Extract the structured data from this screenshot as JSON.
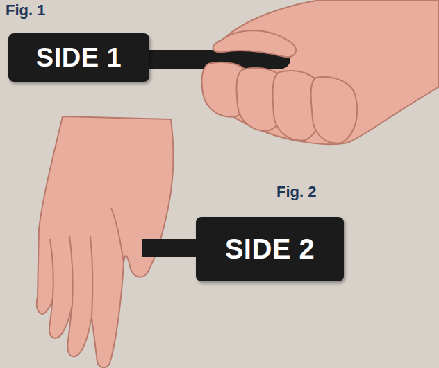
{
  "diagram": {
    "nodes": [
      {
        "text": [
          "SIDE 1"
        ]
      },
      {
        "text": [
          "SIDE 2"
        ]
      }
    ],
    "labels": [
      "Fig. 1",
      "Fig. 2"
    ]
  }
}
